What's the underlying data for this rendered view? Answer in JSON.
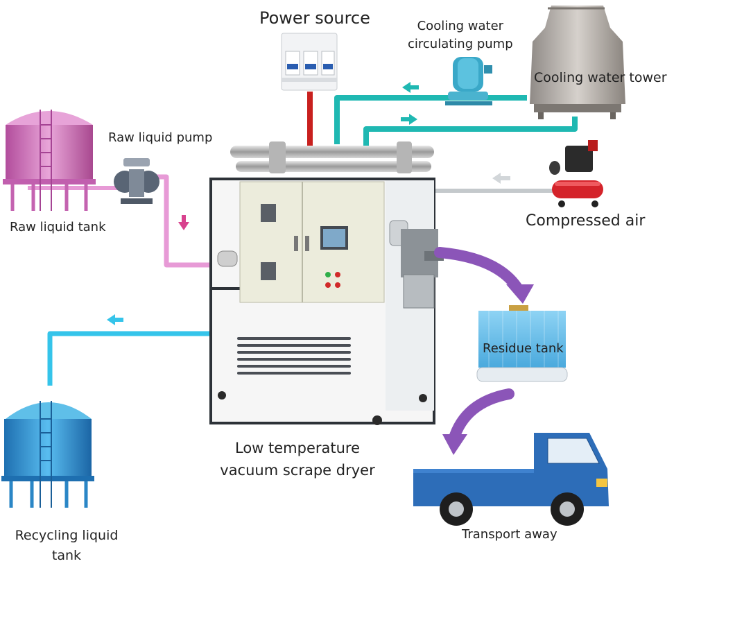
{
  "labels": {
    "power_source": "Power source",
    "pump_line1": "Cooling water",
    "pump_line2": "circulating pump",
    "tower": "Cooling water tower",
    "raw_pump": "Raw liquid pump",
    "raw_tank": "Raw liquid tank",
    "compressed_air": "Compressed air",
    "residue_tank": "Residue tank",
    "dryer_line1": "Low temperature",
    "dryer_line2": "vacuum scrape dryer",
    "transport": "Transport away",
    "recycle_line1": "Recycling liquid",
    "recycle_line2": "tank"
  },
  "colors": {
    "cooling_pipe": "#1fb8b2",
    "raw_pipe": "#e79ad6",
    "recycle_pipe": "#35c4ea",
    "power_line": "#c8201e",
    "air_pipe": "#c4c9cc",
    "flow_arrow": "#8b55b8",
    "truck_body": "#2d6db8",
    "raw_tank": "#d873c1",
    "recycle_tank": "#2e98d6",
    "residue_tank": "#6fc5ee",
    "dryer_panel": "#ececdc"
  }
}
